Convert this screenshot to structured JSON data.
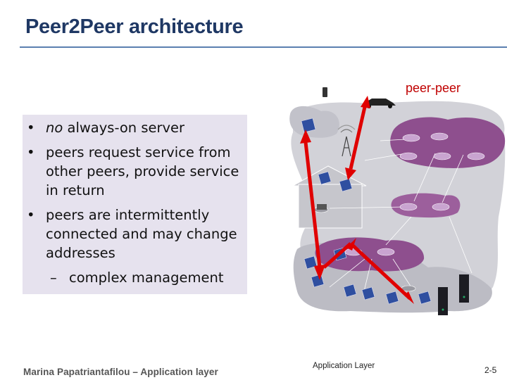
{
  "slide": {
    "title": "Peer2Peer architecture",
    "peer_label": "peer-peer"
  },
  "bullets": [
    {
      "level": 1,
      "emphasis": "no",
      "text": " always-on server"
    },
    {
      "level": 1,
      "emphasis": "",
      "text": "peers request service from other peers, provide service in return"
    },
    {
      "level": 1,
      "emphasis": "",
      "text": "peers are intermittently connected and may change addresses"
    },
    {
      "level": 2,
      "emphasis": "",
      "text": "complex management"
    }
  ],
  "bullet_markers": {
    "level1": "•",
    "level2": "–"
  },
  "footer": {
    "left": "Marina Papatriantafilou –  Application layer",
    "center": "Application Layer",
    "right": "2-5"
  },
  "diagram": {
    "colors": {
      "network_cloud": "#c9c9cf",
      "isp_cloud": "#8e4f8e",
      "router": "#b08bb8",
      "peer_link": "#e00000"
    },
    "icons": [
      "cell-phone-icon",
      "car-icon",
      "cell-tower-icon",
      "laptop-icon",
      "home-network-icon",
      "router-icon",
      "server-rack-icon"
    ]
  }
}
